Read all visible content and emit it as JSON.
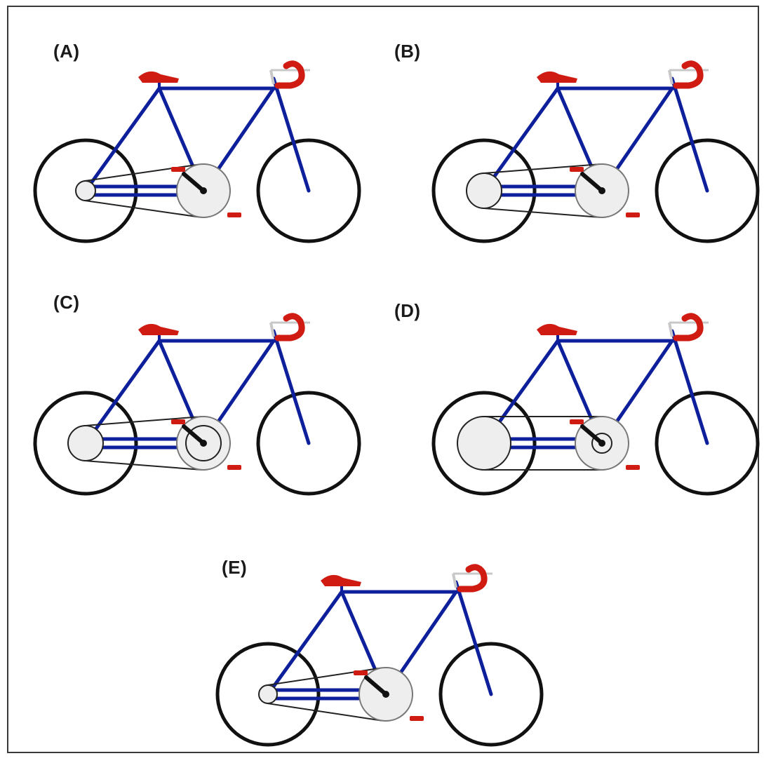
{
  "panels": [
    {
      "id": "a",
      "label": "(A)"
    },
    {
      "id": "b",
      "label": "(B)"
    },
    {
      "id": "c",
      "label": "(C)"
    },
    {
      "id": "d",
      "label": "(D)"
    },
    {
      "id": "e",
      "label": "(E)"
    }
  ],
  "colors": {
    "frame": "#0d1f9a",
    "seat": "#cf1b12",
    "wheel": "#111111",
    "chain": "#222222",
    "sprocket_fill": "#eeeeee",
    "handlebar_stem": "#c8c8c8"
  }
}
